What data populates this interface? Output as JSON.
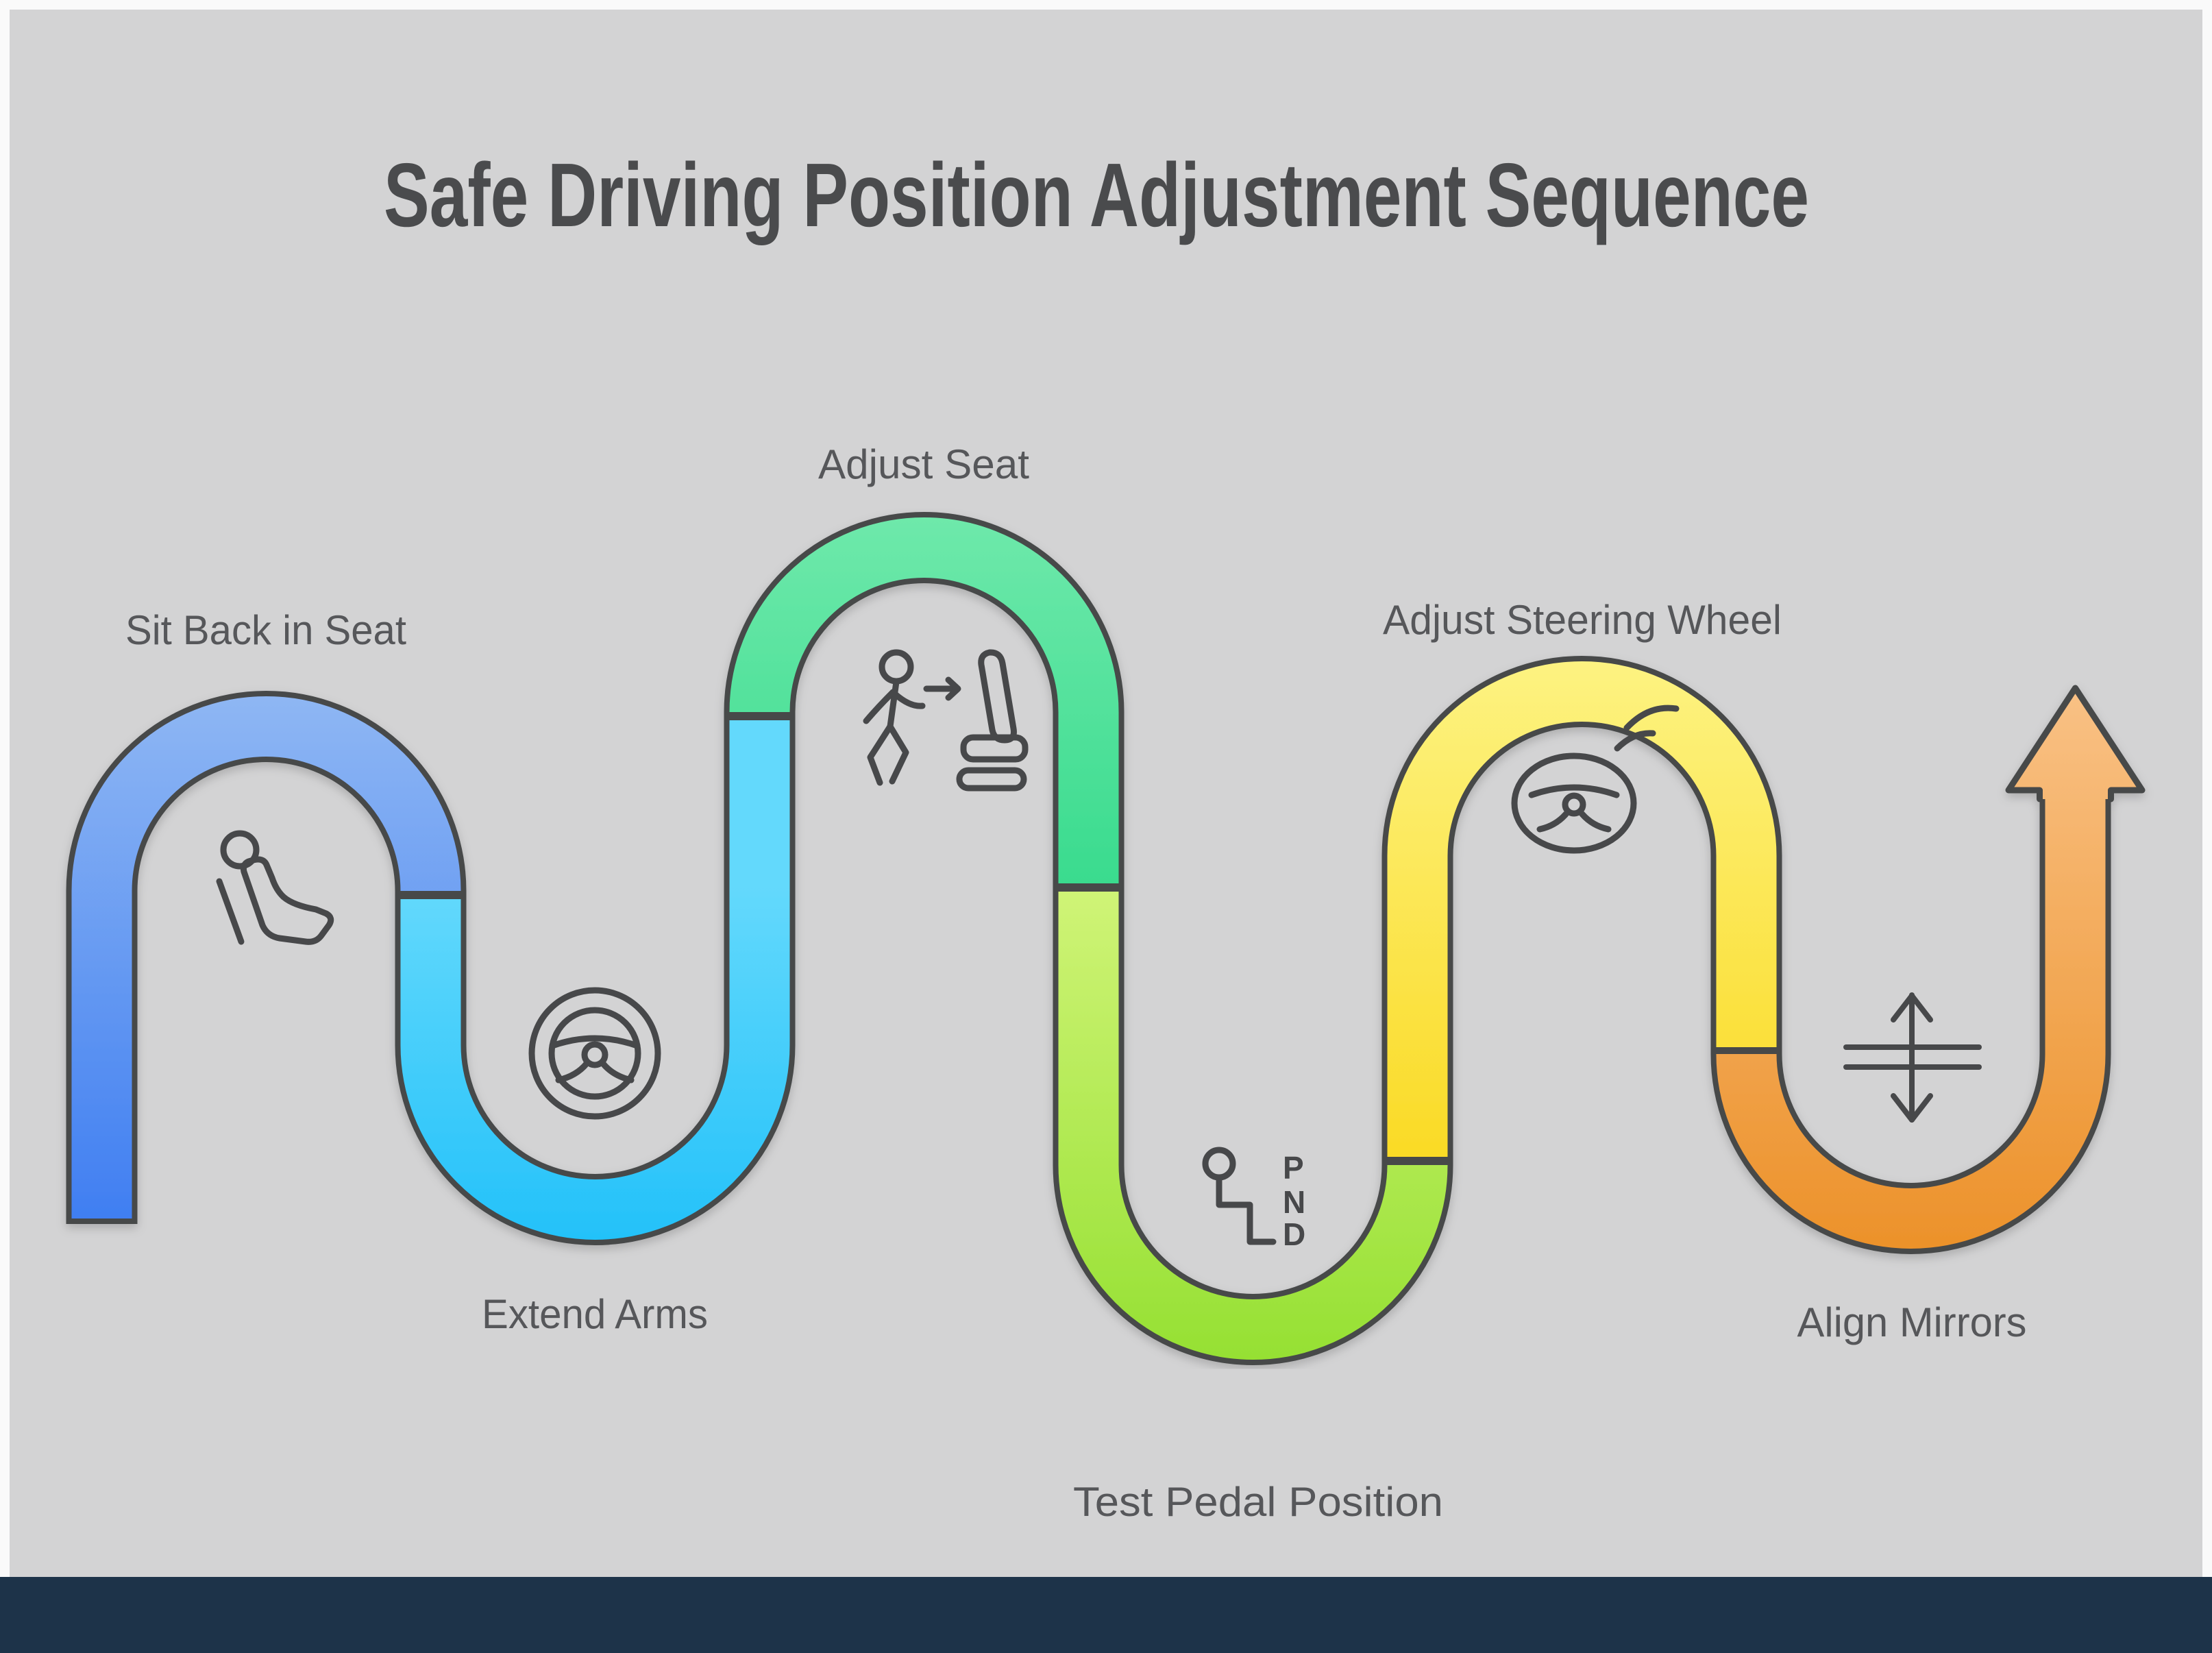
{
  "title": "Safe Driving Position Adjustment Sequence",
  "steps": [
    {
      "label": "Sit Back in Seat",
      "icon": "reclined-seat-icon",
      "color_top": "#8fb7f3",
      "color_bottom": "#3f7ef2"
    },
    {
      "label": "Extend Arms",
      "icon": "steering-wheel-icon",
      "color_top": "#64d9fc",
      "color_bottom": "#22c1f9"
    },
    {
      "label": "Adjust Seat",
      "icon": "person-to-seat-icon",
      "color_top": "#6fe9ab",
      "color_bottom": "#39db8e"
    },
    {
      "label": "Test Pedal Position",
      "icon": "gear-shifter-icon",
      "color_top": "#d0f477",
      "color_bottom": "#95e032"
    },
    {
      "label": "Adjust Steering Wheel",
      "icon": "steering-wheel-alert-icon",
      "color_top": "#fdf382",
      "color_bottom": "#fada24"
    },
    {
      "label": "Align Mirrors",
      "icon": "mirror-adjust-icon",
      "color_top": "#f9c185",
      "color_bottom": "#ec9129"
    }
  ],
  "gear_letters": [
    "P",
    "N",
    "D"
  ],
  "colors": {
    "page_background": "#fafafa",
    "canvas_background": "#d3d3d4",
    "footer_bar": "#1d3349",
    "outline": "#47484a",
    "label_text": "#56575a",
    "title_text": "#4a4b4d"
  }
}
